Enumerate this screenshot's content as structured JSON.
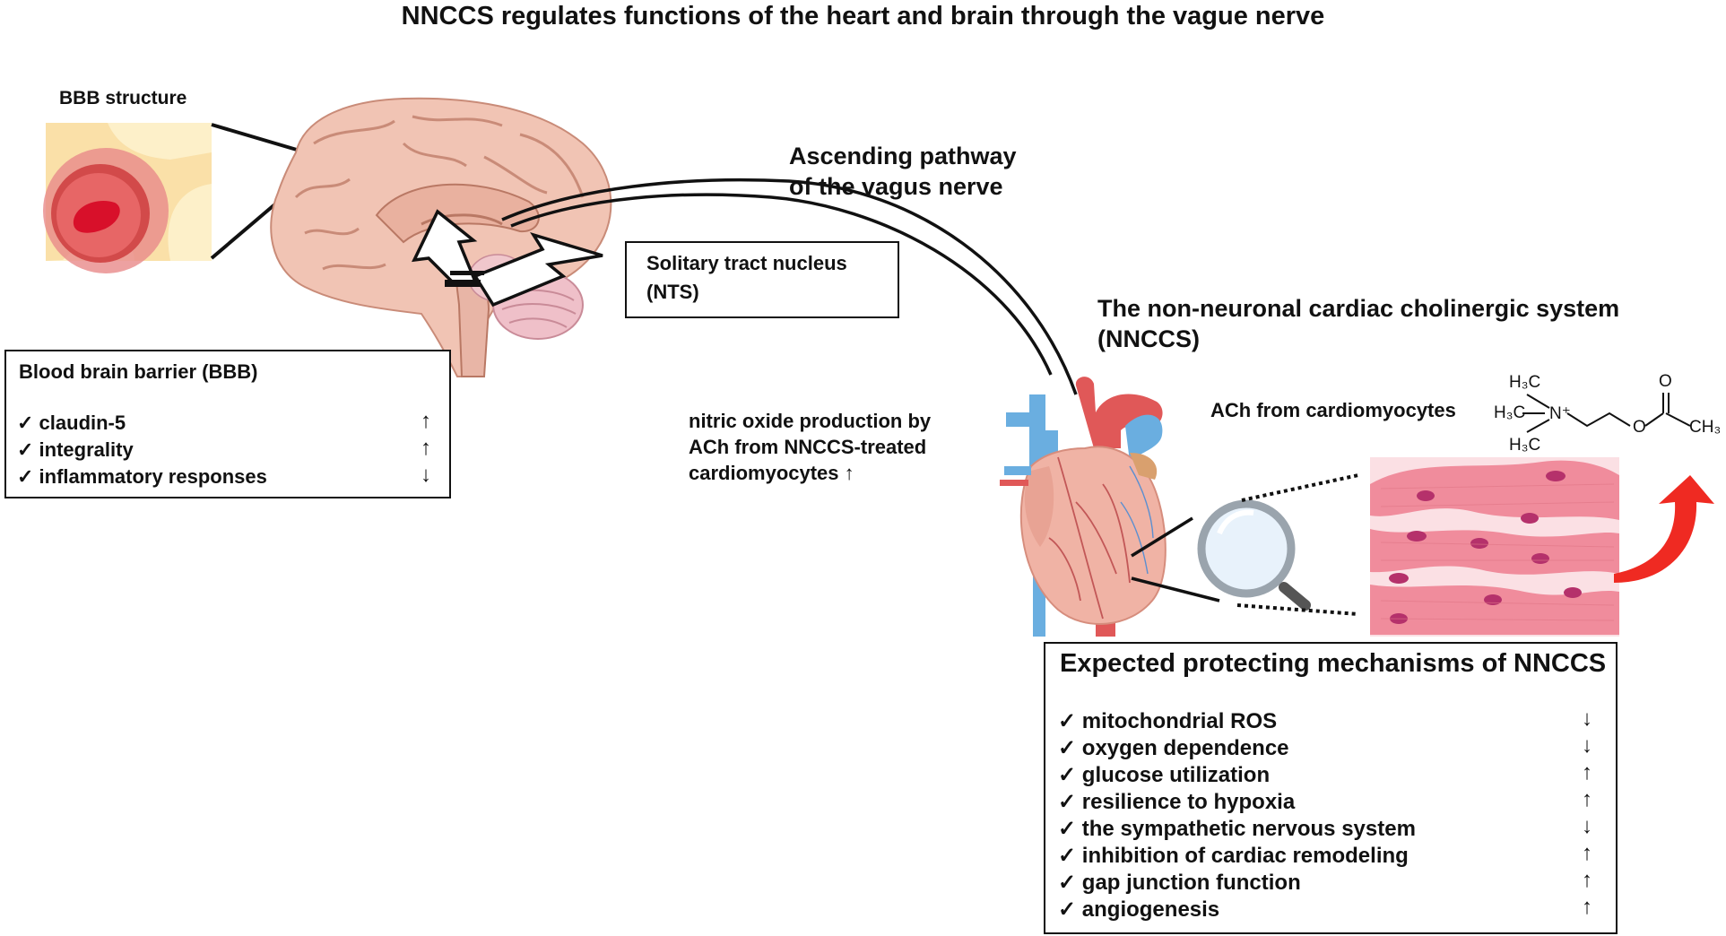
{
  "title": "NNCCS regulates functions of the heart and brain through the vague nerve",
  "bbb_structure_label": "BBB structure",
  "bbb_box": {
    "header": "Blood brain barrier (BBB)",
    "items": [
      {
        "label": "✓ claudin-5",
        "arrow": "↑"
      },
      {
        "label": "✓ integrality",
        "arrow": "↑"
      },
      {
        "label": "✓ inflammatory responses",
        "arrow": "↓"
      }
    ]
  },
  "pathway_label": {
    "line1": "Ascending pathway",
    "line2": "of the vagus nerve"
  },
  "nts_box": {
    "line1": "Solitary tract nucleus",
    "line2": "(NTS)"
  },
  "no_text": {
    "line1": "nitric oxide production by",
    "line2": "ACh from NNCCS-treated",
    "line3": "cardiomyocytes ↑"
  },
  "nnccs_title": {
    "line1": "The non-neuronal cardiac cholinergic system",
    "line2": "(NNCCS)"
  },
  "ach_label": "ACh from cardiomyocytes",
  "molecule_labels": {
    "h3c_top": "H₃C",
    "h3c_mid": "H₃C",
    "h3c_bot": "H₃C",
    "n_plus": "N⁺",
    "o_top": "O",
    "o_mid": "O",
    "ch3": "CH₃"
  },
  "protect_box": {
    "header": "Expected protecting mechanisms of NNCCS",
    "items": [
      {
        "label": "✓ mitochondrial ROS",
        "arrow": "↓"
      },
      {
        "label": "✓ oxygen dependence",
        "arrow": "↓"
      },
      {
        "label": "✓ glucose utilization",
        "arrow": "↑"
      },
      {
        "label": "✓ resilience to hypoxia",
        "arrow": "↑"
      },
      {
        "label": "✓ the sympathetic nervous system",
        "arrow": "↓"
      },
      {
        "label": "✓ inhibition of cardiac remodeling",
        "arrow": "↑"
      },
      {
        "label": "✓ gap junction function",
        "arrow": "↑"
      },
      {
        "label": "✓ angiogenesis",
        "arrow": "↑"
      }
    ]
  },
  "colors": {
    "brain": "#f1c4b4",
    "brain_line": "#c98b78",
    "vessel_red": "#e05858",
    "vessel_blue": "#6aaee0",
    "cell": "#f08c9c",
    "nucleus": "#b5316b",
    "arrow_red": "#ef2a22"
  }
}
